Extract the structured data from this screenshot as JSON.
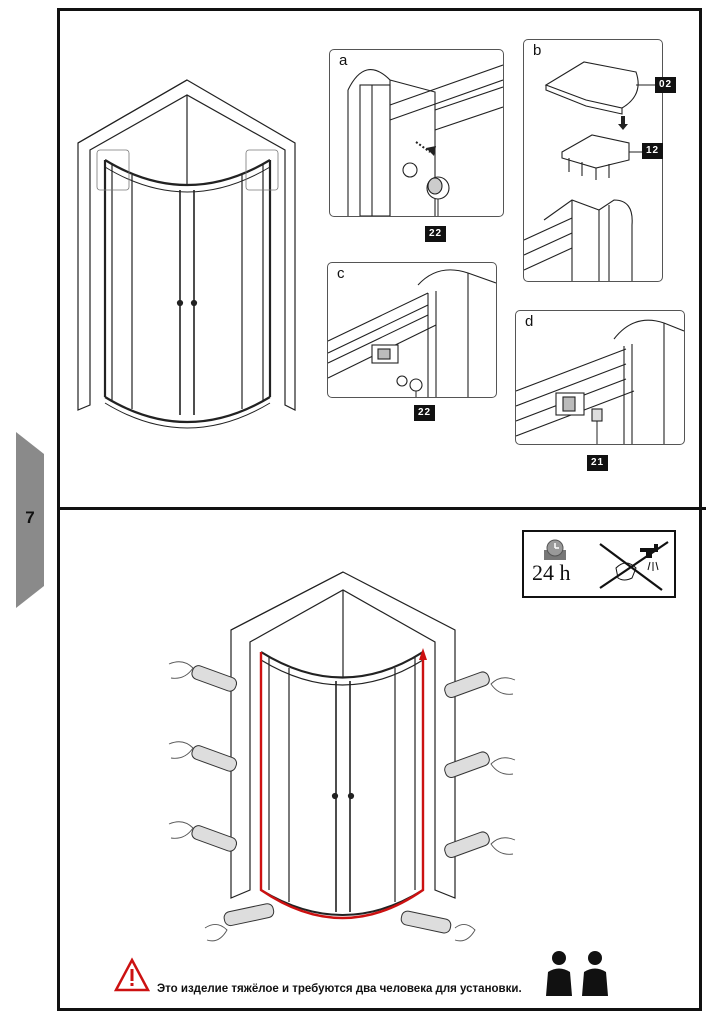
{
  "page": {
    "number": "7"
  },
  "top_section": {
    "panels": [
      {
        "letter": "a",
        "badges": [
          "22"
        ]
      },
      {
        "letter": "b",
        "badges": [
          "02",
          "12"
        ]
      },
      {
        "letter": "c",
        "badges": [
          "22"
        ]
      },
      {
        "letter": "d",
        "badges": [
          "21"
        ]
      }
    ]
  },
  "bottom_section": {
    "curing_notice": {
      "time_text": "24 h",
      "icons": [
        "clock-icon",
        "no-water-icon"
      ]
    },
    "warning": {
      "text": "Это изделие тяжёлое и требуются два человека для установки.",
      "icons": [
        "warning-triangle-icon",
        "two-people-icon"
      ]
    },
    "colors": {
      "sealant_line": "#cc1111"
    }
  }
}
